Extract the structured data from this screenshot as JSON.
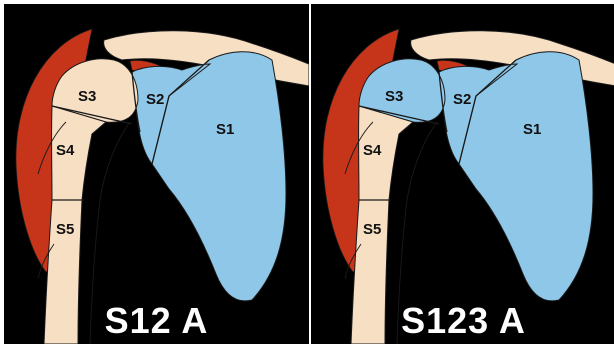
{
  "colors": {
    "background": "#000000",
    "muscle": "#c6341a",
    "bone": "#f7dfc4",
    "highlight": "#8fc7e8",
    "outline": "#1a1a1a"
  },
  "panels": [
    {
      "caption": "S12 A",
      "segments": [
        {
          "label": "S1",
          "highlighted": true
        },
        {
          "label": "S2",
          "highlighted": true
        },
        {
          "label": "S3",
          "highlighted": false
        },
        {
          "label": "S4",
          "highlighted": false
        },
        {
          "label": "S5",
          "highlighted": false
        }
      ]
    },
    {
      "caption": "S123 A",
      "segments": [
        {
          "label": "S1",
          "highlighted": true
        },
        {
          "label": "S2",
          "highlighted": true
        },
        {
          "label": "S3",
          "highlighted": true
        },
        {
          "label": "S4",
          "highlighted": false
        },
        {
          "label": "S5",
          "highlighted": false
        }
      ]
    }
  ]
}
